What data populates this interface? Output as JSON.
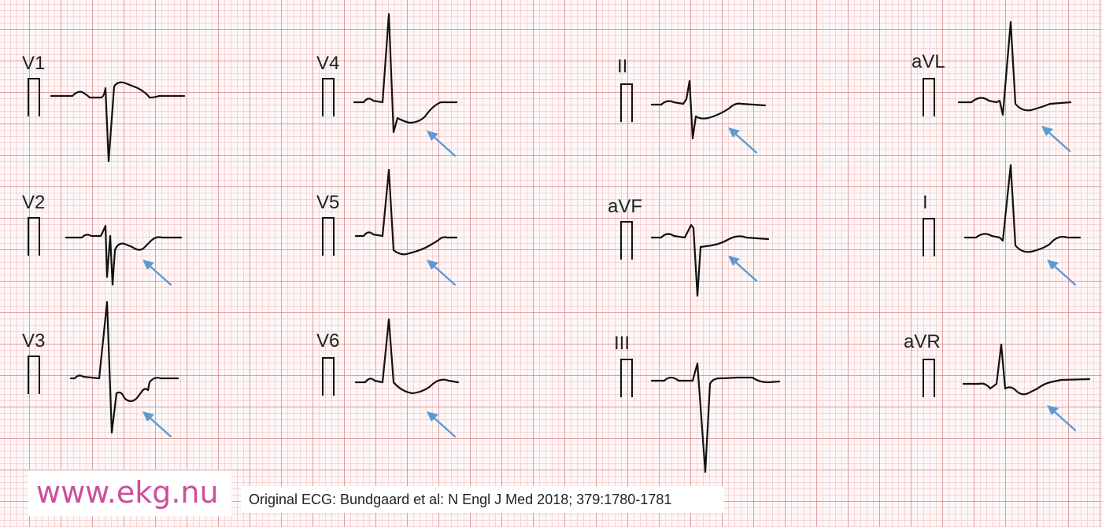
{
  "leads": [
    {
      "label": "V1",
      "st_arrow": false
    },
    {
      "label": "V2",
      "st_arrow": true
    },
    {
      "label": "V3",
      "st_arrow": true
    },
    {
      "label": "V4",
      "st_arrow": true
    },
    {
      "label": "V5",
      "st_arrow": true
    },
    {
      "label": "V6",
      "st_arrow": true
    },
    {
      "label": "II",
      "st_arrow": true
    },
    {
      "label": "aVF",
      "st_arrow": true
    },
    {
      "label": "III",
      "st_arrow": false
    },
    {
      "label": "aVL",
      "st_arrow": true
    },
    {
      "label": "I",
      "st_arrow": true
    },
    {
      "label": "aVR",
      "st_arrow": true
    }
  ],
  "footer": {
    "watermark": "www.ekg.nu",
    "citation": "Original ECG: Bundgaard et al: N Engl J Med 2018; 379:1780-1781"
  },
  "colors": {
    "trace": "#111111",
    "arrow": "#5b9bd5",
    "watermark": "#cc4e9c",
    "grid_major": "#d68c8c",
    "grid_minor": "#ecbcbc"
  }
}
